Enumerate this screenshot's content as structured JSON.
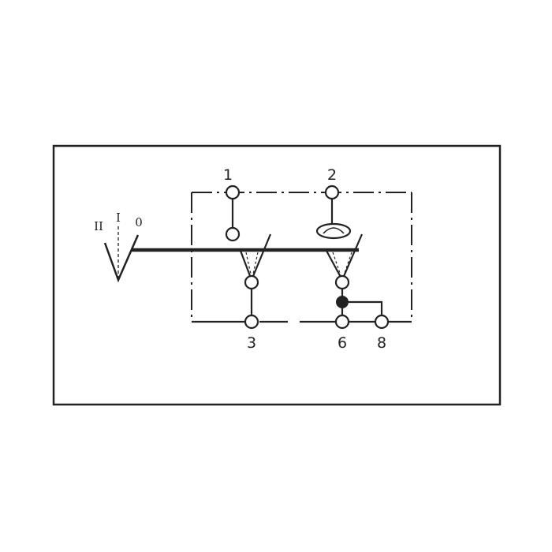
{
  "switch": {
    "positions": [
      "II",
      "I",
      "0"
    ]
  },
  "terminals": {
    "t1": "1",
    "t2": "2",
    "t3": "3",
    "t6": "6",
    "t8": "8"
  }
}
